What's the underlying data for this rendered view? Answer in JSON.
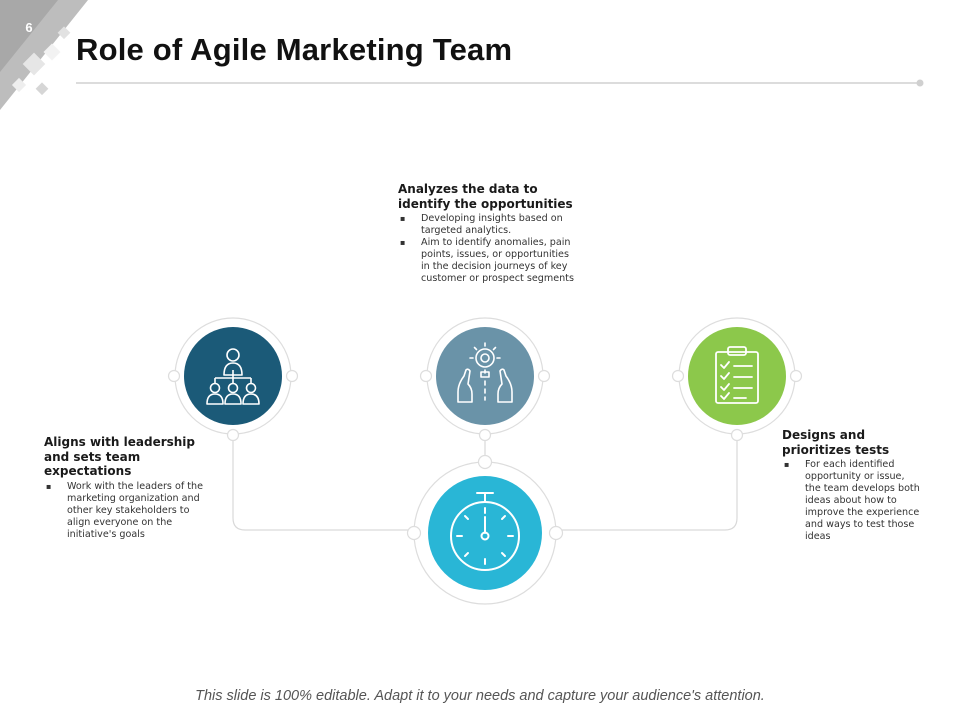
{
  "slide": {
    "number": "6",
    "title": "Role of Agile Marketing Team",
    "footer": "This slide is 100% editable. Adapt it to your needs and capture your audience's attention."
  },
  "colors": {
    "leadership": "#1b5a78",
    "analytics": "#6a93a8",
    "tests": "#8cc84b",
    "center": "#29b6d6",
    "connector": "#d9d9d9"
  },
  "nodes": [
    {
      "id": "leadership",
      "icon": "team-hierarchy-icon"
    },
    {
      "id": "analytics",
      "icon": "idea-hands-icon"
    },
    {
      "id": "tests",
      "icon": "checklist-icon"
    },
    {
      "id": "center",
      "icon": "stopwatch-icon"
    }
  ],
  "blocks": {
    "analytics": {
      "heading": "Analyzes the data to identify the opportunities",
      "bullets": [
        "Developing insights based on targeted analytics.",
        "Aim to identify anomalies, pain points, issues, or opportunities in the decision journeys of key customer or prospect segments"
      ]
    },
    "leadership": {
      "heading": "Aligns with leadership and sets team expectations",
      "bullets": [
        "Work with the leaders of the marketing organization and other key stakeholders to align everyone on the initiative's goals"
      ]
    },
    "tests": {
      "heading": "Designs and prioritizes tests",
      "bullets": [
        "For each identified opportunity or issue, the team develops both ideas about how to improve the experience and ways to test those ideas"
      ]
    }
  }
}
